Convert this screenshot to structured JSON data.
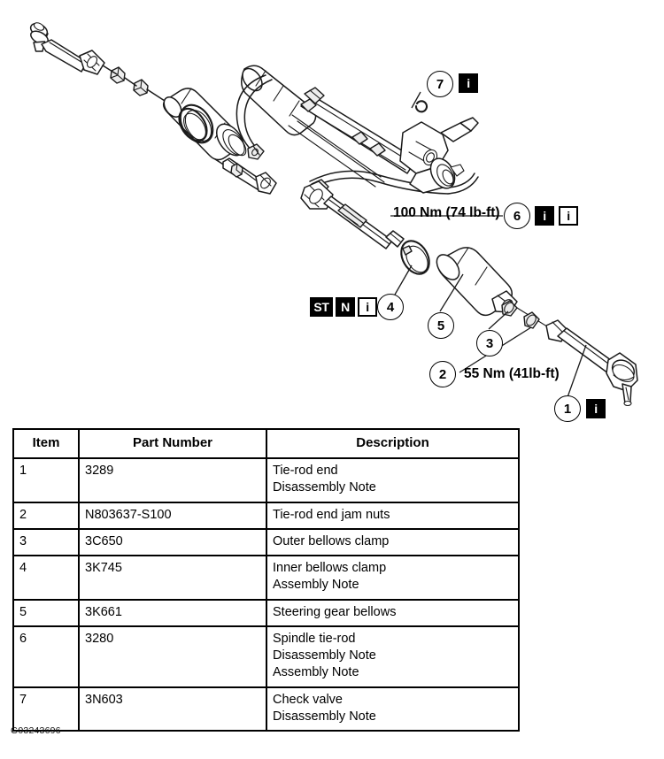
{
  "figure": {
    "id_label": "G03243696",
    "callouts": [
      {
        "number": "1",
        "symbols": [
          {
            "glyph": "i",
            "style": "filled",
            "name": "info-icon"
          }
        ]
      },
      {
        "number": "2",
        "torque": "55 Nm (41lb-ft)",
        "symbols": []
      },
      {
        "number": "3",
        "symbols": []
      },
      {
        "number": "4",
        "symbols": [
          {
            "glyph": "ST",
            "style": "filled",
            "name": "special-tool-icon"
          },
          {
            "glyph": "N",
            "style": "filled",
            "name": "new-part-icon"
          },
          {
            "glyph": "i",
            "style": "outlined",
            "name": "info-icon"
          }
        ]
      },
      {
        "number": "5",
        "symbols": []
      },
      {
        "number": "6",
        "torque": "100 Nm (74 lb-ft)",
        "symbols": [
          {
            "glyph": "i",
            "style": "filled",
            "name": "info-icon"
          },
          {
            "glyph": "i",
            "style": "outlined",
            "name": "info-icon"
          }
        ]
      },
      {
        "number": "7",
        "symbols": [
          {
            "glyph": "i",
            "style": "filled",
            "name": "info-icon"
          }
        ]
      }
    ]
  },
  "table": {
    "headers": {
      "item": "Item",
      "part_number": "Part Number",
      "description": "Description"
    },
    "rows": [
      {
        "item": "1",
        "part_number": "3289",
        "description_lines": [
          "Tie-rod end",
          "Disassembly Note"
        ]
      },
      {
        "item": "2",
        "part_number": "N803637-S100",
        "description_lines": [
          "Tie-rod end jam nuts"
        ]
      },
      {
        "item": "3",
        "part_number": "3C650",
        "description_lines": [
          "Outer bellows clamp"
        ]
      },
      {
        "item": "4",
        "part_number": "3K745",
        "description_lines": [
          "Inner bellows clamp",
          "Assembly Note"
        ]
      },
      {
        "item": "5",
        "part_number": "3K661",
        "description_lines": [
          "Steering gear bellows"
        ]
      },
      {
        "item": "6",
        "part_number": "3280",
        "description_lines": [
          "Spindle tie-rod",
          "Disassembly Note",
          "Assembly Note"
        ]
      },
      {
        "item": "7",
        "part_number": "3N603",
        "description_lines": [
          "Check valve",
          "Disassembly Note"
        ]
      }
    ]
  },
  "colors": {
    "line": "#1a1a1a",
    "background": "#ffffff",
    "fill_light": "#f2f2f2"
  }
}
